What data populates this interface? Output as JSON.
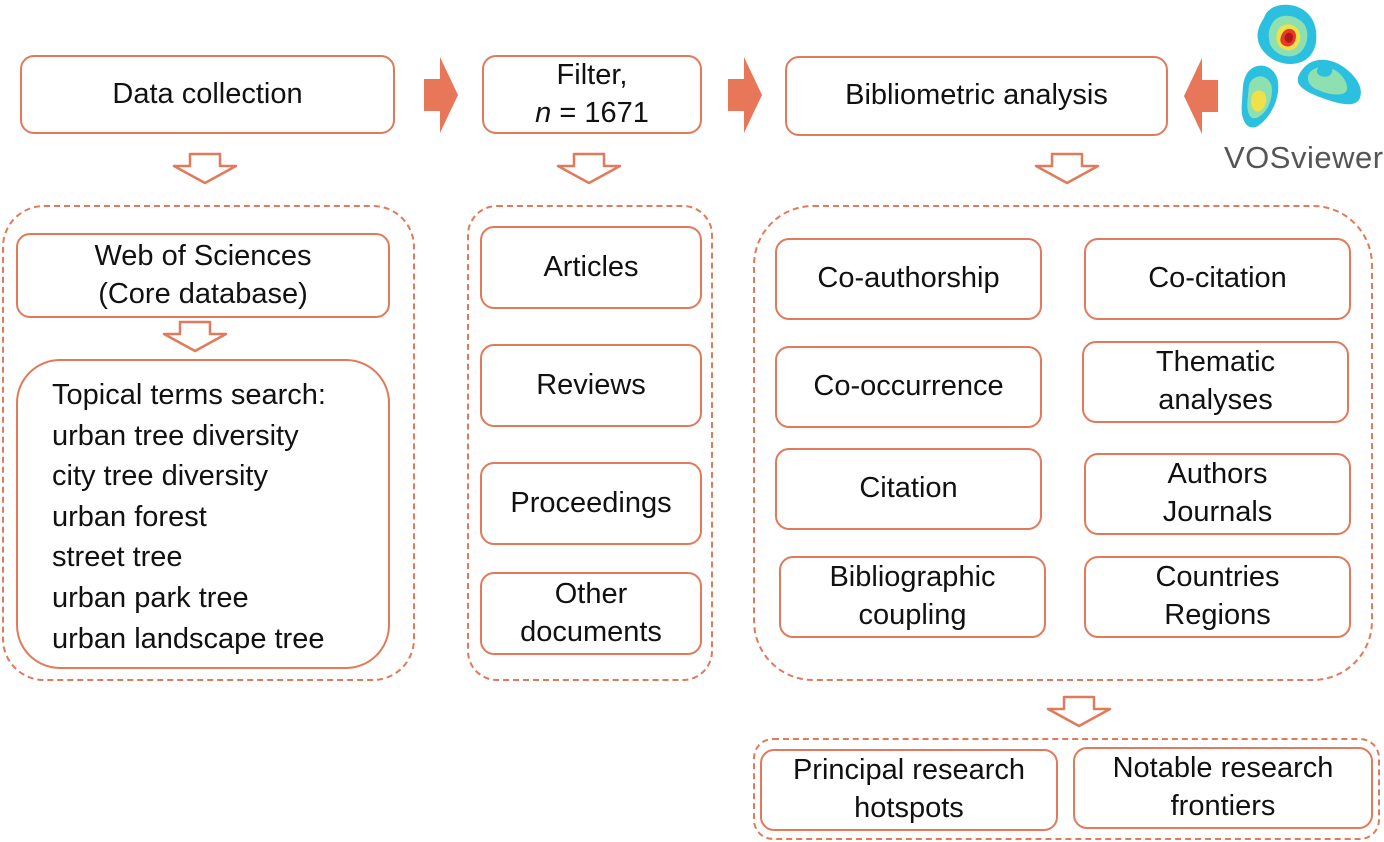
{
  "top": {
    "data_collection": "Data collection",
    "filter_line1": "Filter,",
    "filter_n": "n",
    "filter_eq": " = 1671",
    "bibliometric": "Bibliometric analysis"
  },
  "logo": {
    "label": "VOSviewer"
  },
  "collection": {
    "wos": "Web of Sciences\n(Core database)",
    "search_title": "Topical terms search:",
    "terms": [
      "urban tree diversity",
      "city tree diversity",
      "urban forest",
      "street tree",
      "urban park tree",
      "urban landscape tree"
    ]
  },
  "documents": [
    "Articles",
    "Reviews",
    "Proceedings",
    "Other\ndocuments"
  ],
  "analysis": {
    "coauthorship": "Co-authorship",
    "cocitation": "Co-citation",
    "cooccurrence": "Co-occurrence",
    "thematic": "Thematic\nanalyses",
    "citation": "Citation",
    "authors": "Authors\nJournals",
    "coupling": "Bibliographic\ncoupling",
    "countries": "Countries\nRegions"
  },
  "outcomes": {
    "hotspots": "Principal research\nhotspots",
    "frontiers": "Notable research\nfrontiers"
  },
  "colors": {
    "accent": "#e07a5a",
    "arrow_fill": "#e8775a",
    "text": "#111111"
  }
}
